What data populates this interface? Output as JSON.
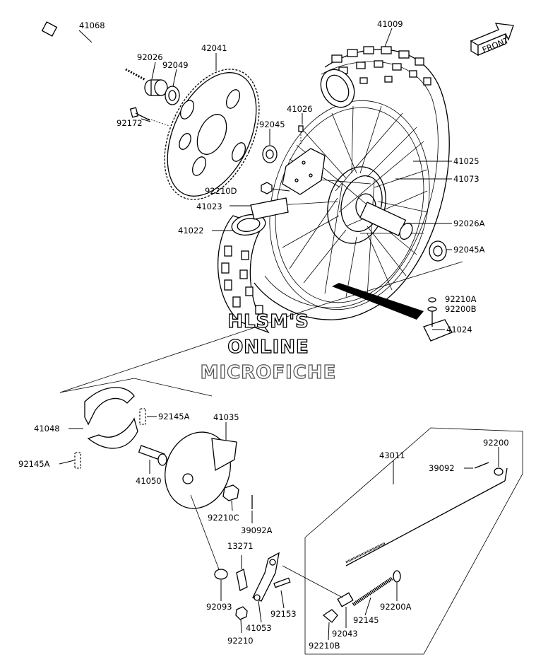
{
  "orientation_label": "FRONT",
  "watermark": [
    "HLSM'S",
    "ONLINE",
    "MICROFICHE"
  ],
  "parts": {
    "p41068": "41068",
    "p41009": "41009",
    "p92026": "92026",
    "p42041": "42041",
    "p92049": "92049",
    "p92172": "92172",
    "p41026": "41026",
    "p92045": "92045",
    "p41025": "41025",
    "p41073": "41073",
    "p92210D": "92210D",
    "p41023": "41023",
    "p41022": "41022",
    "p92026A": "92026A",
    "p92045A": "92045A",
    "p92210A": "92210A",
    "p92200B": "92200B",
    "p41024": "41024",
    "p41048": "41048",
    "p92145A_top": "92145A",
    "p41035": "41035",
    "p92145A_left": "92145A",
    "p41050": "41050",
    "p43011": "43011",
    "p92200": "92200",
    "p39092": "39092",
    "p92210C": "92210C",
    "p39092A": "39092A",
    "p13271": "13271",
    "p92093": "92093",
    "p92153": "92153",
    "p41053": "41053",
    "p92210": "92210",
    "p92200A": "92200A",
    "p92145": "92145",
    "p92043": "92043",
    "p92210B": "92210B"
  }
}
